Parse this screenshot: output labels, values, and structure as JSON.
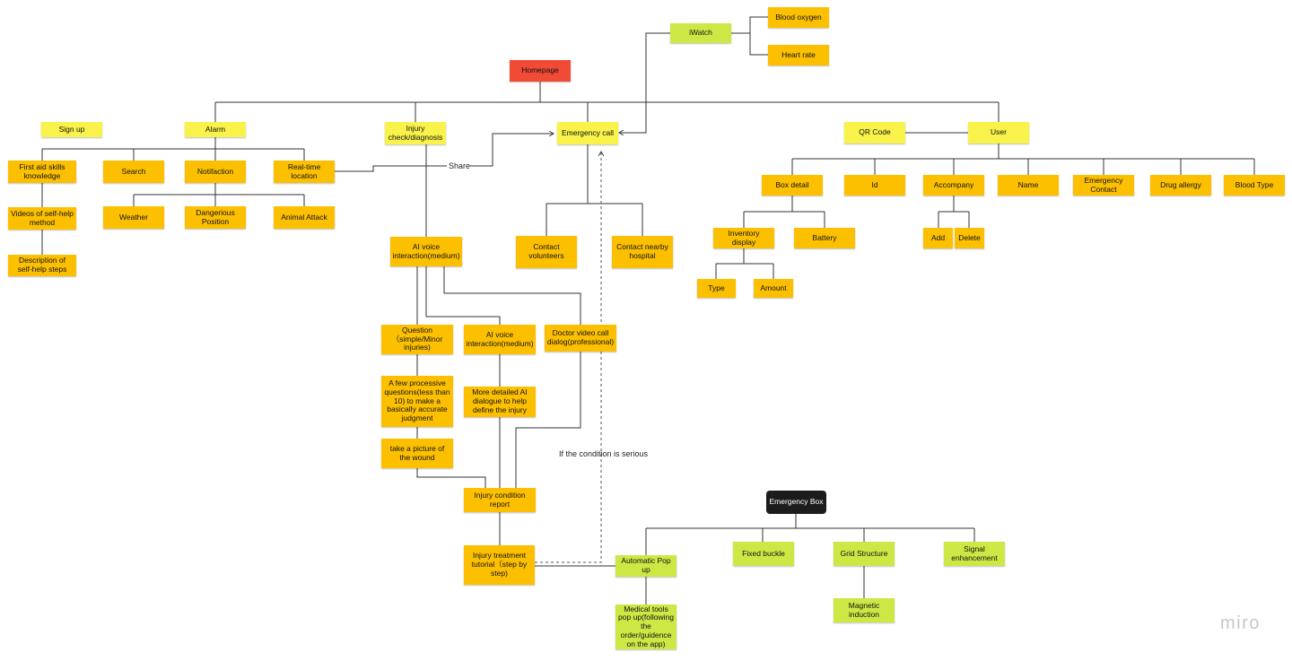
{
  "nodes": {
    "homepage": "Homepage",
    "iwatch": "iWatch",
    "blood_oxygen": "Blood oxygen",
    "heart_rate": "Heart rate",
    "sign_up": "Sign up",
    "alarm": "Alarm",
    "injury_check": "Injury check/diagnosis",
    "emergency_call": "Emergency call",
    "qr_code": "QR Code",
    "user": "User",
    "first_aid": "First aid skills knowledge",
    "search": "Search",
    "notifaction": "Notifaction",
    "realtime_location": "Real-time location",
    "videos_selfhelp": "Videos of self-help method",
    "desc_selfhelp": "Description of self-help steps",
    "weather": "Weather",
    "dangerious_position": "Dangerious Position",
    "animal_attack": "Animal Attack",
    "ai_voice_1": "AI voice interaction(medium)",
    "contact_volunteers": "Contact volunteers",
    "contact_hospital": "Contact nearby hospital",
    "question_simple": "Question（simple/Minor injuries)",
    "ai_voice_2": "AI voice interaction(medium)",
    "doctor_video": "Doctor video call dialog(professional)",
    "few_questions": "A few processive questions(less than 10) to make a basically accurate judgment",
    "detailed_ai": "More detailed AI dialogue to help define the injury",
    "take_picture": "take a picture of the wound",
    "injury_report": "Injury condition report",
    "treatment_tutorial": "Injury treatment tutorial（step by step)",
    "box_detail": "Box detail",
    "id": "Id",
    "accompany": "Accompany",
    "name": "Name",
    "emergency_contact": "Emergency Contact",
    "drug_allergy": "Drug allergy",
    "blood_type": "Blood Type",
    "inventory_display": "Inventory display",
    "battery": "Battery",
    "add": "Add",
    "delete": "Delete",
    "type": "Type",
    "amount": "Amount",
    "emergency_box": "Emergency Box",
    "auto_popup": "Automatic Pop up",
    "fixed_buckle": "Fixed buckle",
    "grid_structure": "Grid Structure",
    "signal_enhancement": "Signal enhancement",
    "medical_tools": "Medical tools pop up(following the order/guidence on the app)",
    "magnetic_induction": "Magnetic induction"
  },
  "labels": {
    "share": "Share",
    "if_serious": "If the condition is serious"
  },
  "brand": "miro",
  "colors": {
    "orange": "#fcc000",
    "yellow": "#f8f24b",
    "green": "#cde845",
    "red": "#f14a35",
    "black": "#1c1c1c",
    "line": "#333333"
  }
}
